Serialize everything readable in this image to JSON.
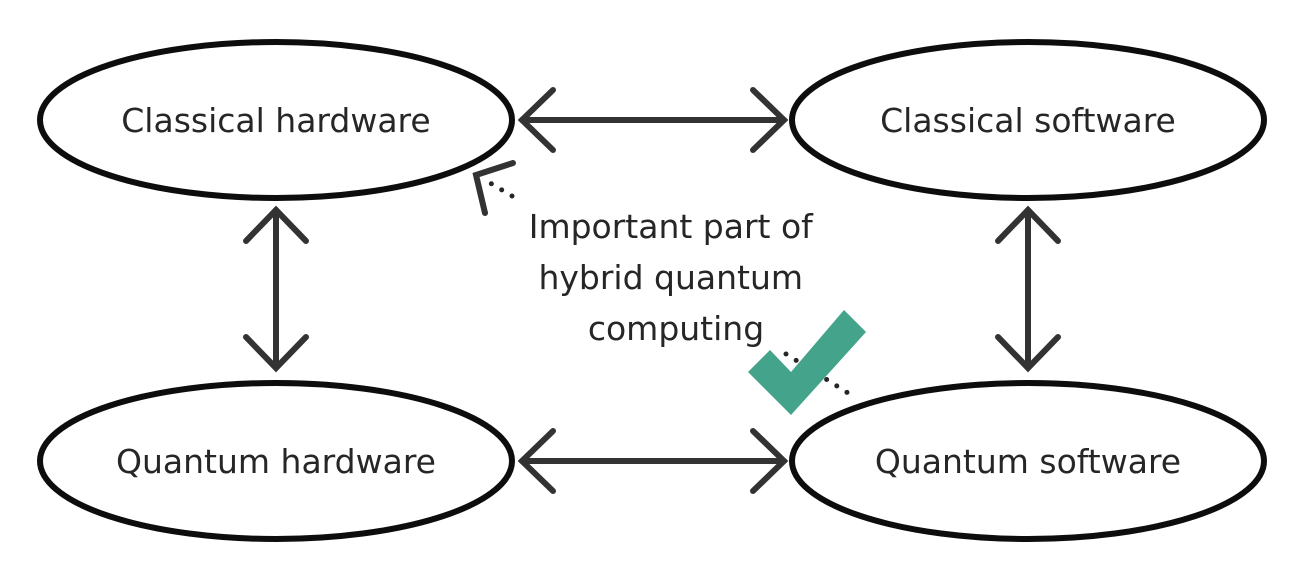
{
  "nodes": {
    "classical_hardware": "Classical hardware",
    "classical_software": "Classical software",
    "quantum_hardware": "Quantum hardware",
    "quantum_software": "Quantum software"
  },
  "annotation": {
    "lines": [
      "Important part of",
      "hybrid quantum",
      "computing"
    ]
  },
  "colors": {
    "outline": "#0d0d0d",
    "arrow": "#333333",
    "text": "#262626",
    "checkmark": "#44a38b"
  },
  "icons": {
    "check": "checkmark-icon"
  }
}
